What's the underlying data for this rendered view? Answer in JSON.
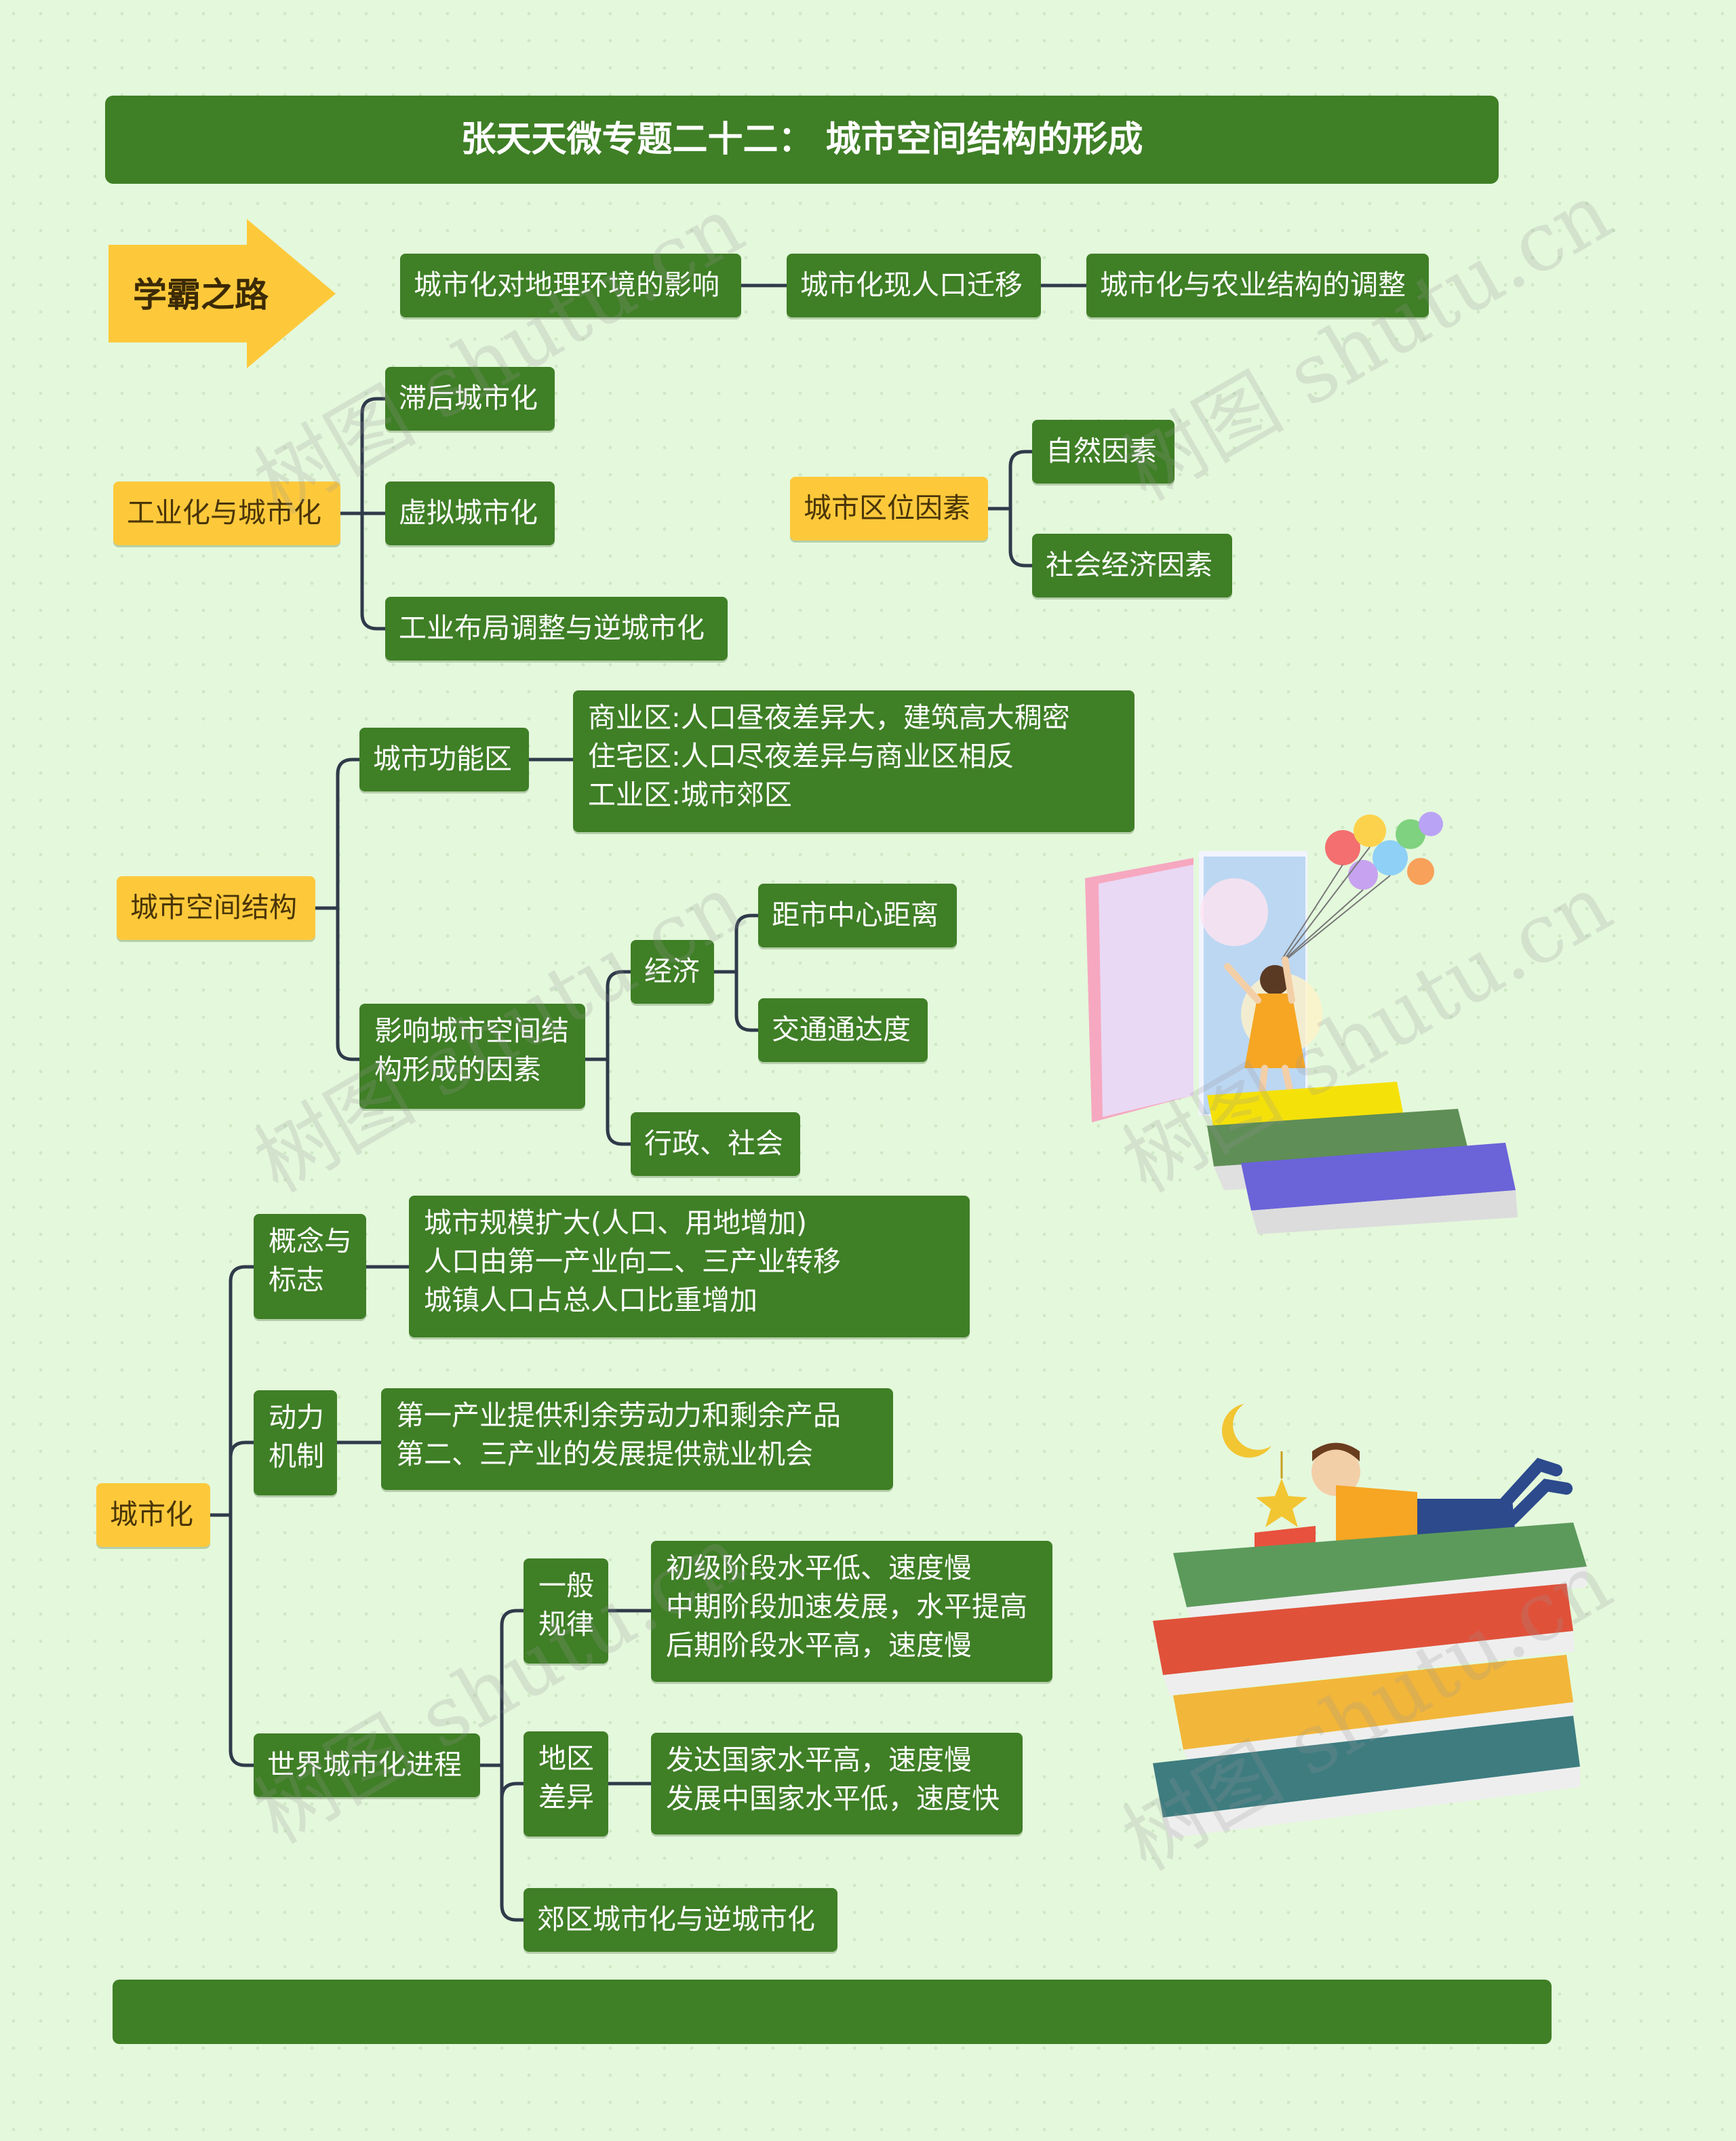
{
  "title": "张天天微专题二十二： 城市空间结构的形成",
  "banner": {
    "label": "学霸之路"
  },
  "top_chain": [
    "城市化对地理环境的影响",
    "城市化现人口迁移",
    "城市化与农业结构的调整"
  ],
  "industrialization": {
    "label": "工业化与城市化",
    "children": [
      "滞后城市化",
      "虚拟城市化",
      "工业布局调整与逆城市化"
    ]
  },
  "location": {
    "label": "城市区位因素",
    "children": [
      "自然因素",
      "社会经济因素"
    ]
  },
  "spatial": {
    "label": "城市空间结构",
    "functional": {
      "label": "城市功能区",
      "detail": [
        "商业区:人口昼夜差异大，建筑高大稠密",
        "住宅区:人口尽夜差异与商业区相反",
        "工业区:城市郊区"
      ]
    },
    "factors": {
      "label": [
        "影响城市空间结",
        "构形成的因素"
      ],
      "economy": {
        "label": "经济",
        "children": [
          "距市中心距离",
          "交通通达度"
        ]
      },
      "admin": "行政、社会"
    }
  },
  "urbanization": {
    "label": "城市化",
    "concept": {
      "label": [
        "概念与",
        "标志"
      ],
      "detail": [
        "城市规模扩大(人口、用地增加)",
        "人口由第一产业向二、三产业转移",
        "城镇人口占总人口比重增加"
      ]
    },
    "mechanism": {
      "label": [
        "动力",
        "机制"
      ],
      "detail": [
        "第一产业提供利余劳动力和剩余产品",
        "第二、三产业的发展提供就业机会"
      ]
    },
    "world": {
      "label": "世界城市化进程",
      "general": {
        "label": [
          "一般",
          "规律"
        ],
        "detail": [
          "初级阶段水平低、速度慢",
          "中期阶段加速发展，水平提高",
          "后期阶段水平高，速度慢"
        ]
      },
      "regional": {
        "label": [
          "地区",
          "差异"
        ],
        "detail": [
          "发达国家水平高，速度慢",
          "发展中国家水平低，速度快"
        ]
      },
      "suburban": "郊区城市化与逆城市化"
    }
  },
  "watermark": "树图 shutu.cn",
  "colors": {
    "node": "#3f7f26",
    "highlight": "#fdc93b",
    "connector": "#2f3a4a",
    "background": "#e4f8dc"
  }
}
